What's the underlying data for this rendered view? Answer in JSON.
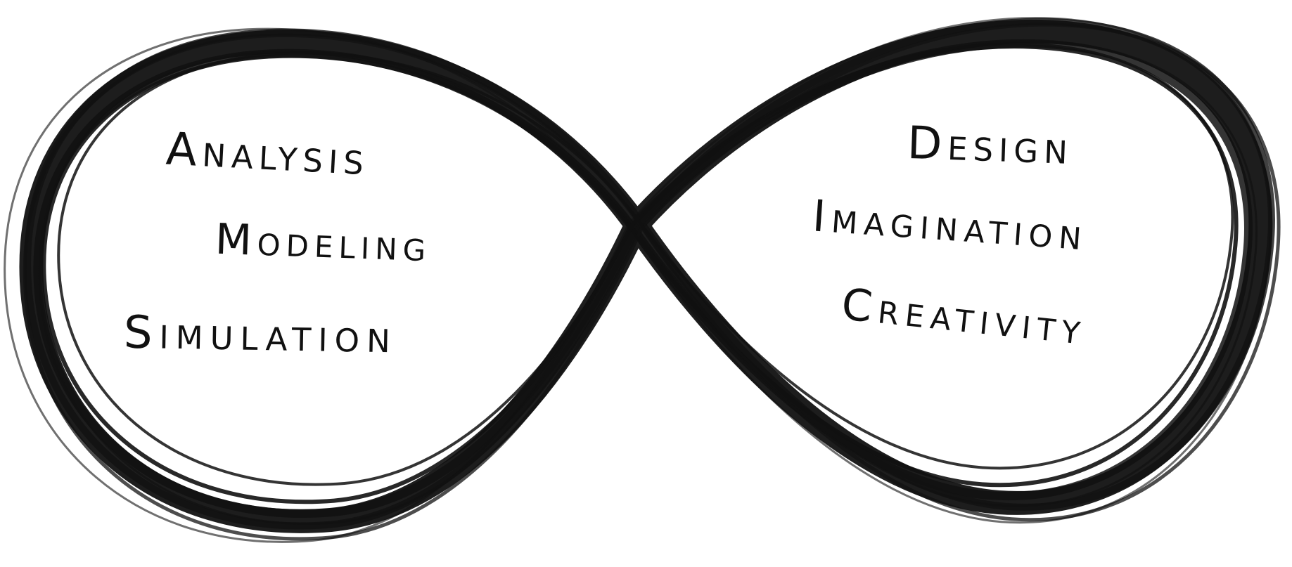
{
  "diagram": {
    "left_loop": {
      "words": [
        "Analysis",
        "Modeling",
        "Simulation"
      ]
    },
    "right_loop": {
      "words": [
        "Design",
        "Imagination",
        "Creativity"
      ]
    },
    "colors": {
      "stroke": "#111111",
      "background": "#ffffff"
    },
    "shape": "infinity-loop"
  }
}
